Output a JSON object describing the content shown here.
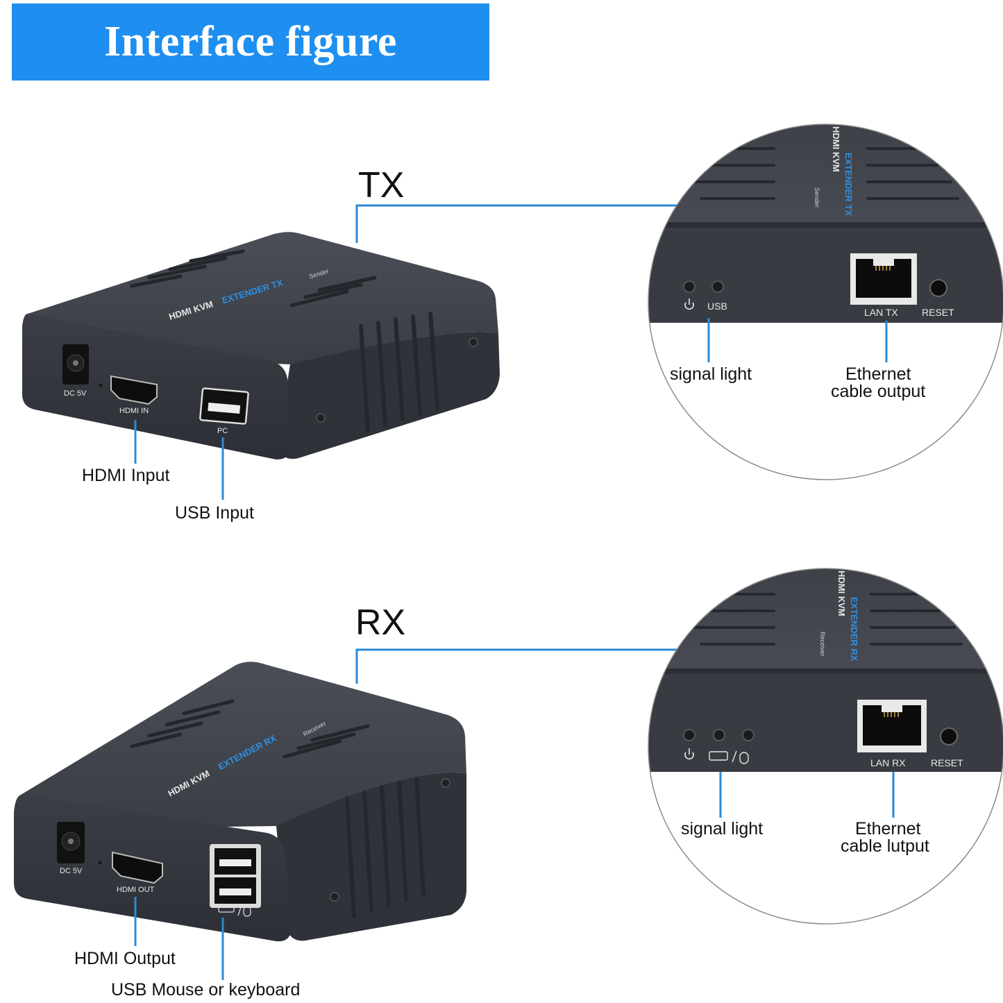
{
  "header": {
    "title": "Interface figure"
  },
  "tx": {
    "section_label": "TX",
    "device": {
      "brand_white": "HDMI KVM",
      "brand_blue": "EXTENDER TX",
      "role": "Sender",
      "port_dc": "DC 5V",
      "port_hdmi": "HDMI IN",
      "port_usb": "PC"
    },
    "zoom": {
      "brand_white": "HDMI KVM",
      "brand_blue": "EXTENDER TX",
      "role": "Sender",
      "led_usb": "USB",
      "port_lan": "LAN TX",
      "port_reset": "RESET"
    },
    "callouts": {
      "hdmi": "HDMI Input",
      "usb": "USB Input",
      "signal": "signal light",
      "ethernet_1": "Ethernet",
      "ethernet_2": "cable output"
    }
  },
  "rx": {
    "section_label": "RX",
    "device": {
      "brand_white": "HDMI KVM",
      "brand_blue": "EXTENDER RX",
      "role": "Receiver",
      "port_dc": "DC 5V",
      "port_hdmi": "HDMI OUT"
    },
    "zoom": {
      "brand_white": "HDMI KVM",
      "brand_blue": "EXTENDER RX",
      "role": "Receiver",
      "port_lan": "LAN RX",
      "port_reset": "RESET"
    },
    "callouts": {
      "hdmi": "HDMI Output",
      "usb": "USB Mouse or keyboard",
      "signal": "signal light",
      "ethernet_1": "Ethernet",
      "ethernet_2": "cable lutput"
    }
  },
  "colors": {
    "accent": "#1e8ff0",
    "leader": "#2a8ad8",
    "device": "#3c3f46"
  }
}
